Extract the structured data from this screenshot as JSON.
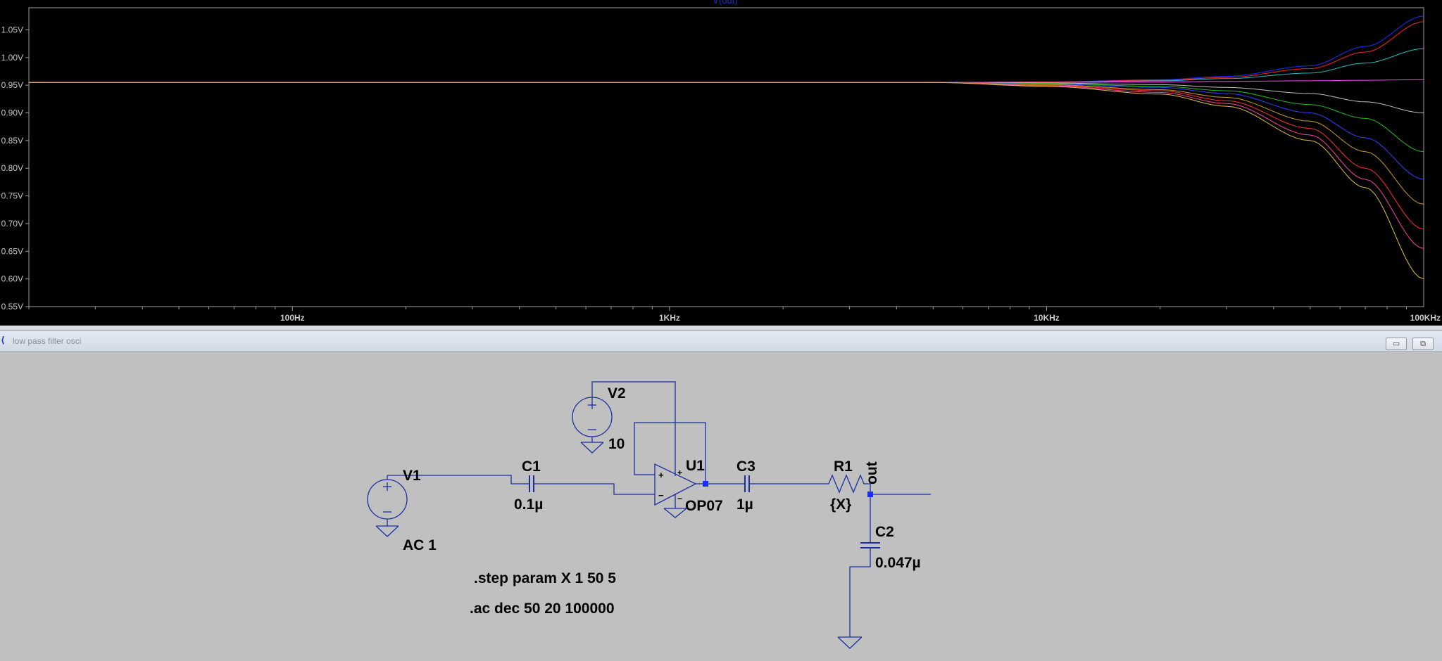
{
  "plot_window": {
    "trace_title": "V(out)",
    "colors": {
      "background": "#000000",
      "frame": "#a0a0a0",
      "axis_text": "#c8c8c8",
      "title": "#1a2fc8"
    }
  },
  "chart_data": {
    "type": "line",
    "title": "V(out)",
    "x_scale": "log",
    "xlim": [
      20,
      100000
    ],
    "ylim": [
      0.55,
      1.09
    ],
    "x_ticks": [
      {
        "value": 100,
        "label": "100Hz"
      },
      {
        "value": 1000,
        "label": "1KHz"
      },
      {
        "value": 10000,
        "label": "10KHz"
      },
      {
        "value": 100000,
        "label": "100KHz"
      }
    ],
    "y_ticks": [
      {
        "value": 1.05,
        "label": "1.05V"
      },
      {
        "value": 1.0,
        "label": "1.00V"
      },
      {
        "value": 0.95,
        "label": "0.95V"
      },
      {
        "value": 0.9,
        "label": "0.90V"
      },
      {
        "value": 0.85,
        "label": "0.85V"
      },
      {
        "value": 0.8,
        "label": "0.80V"
      },
      {
        "value": 0.75,
        "label": "0.75V"
      },
      {
        "value": 0.7,
        "label": "0.70V"
      },
      {
        "value": 0.65,
        "label": "0.65V"
      },
      {
        "value": 0.6,
        "label": "0.60V"
      },
      {
        "value": 0.55,
        "label": "0.55V"
      }
    ],
    "grid": false,
    "x": [
      20,
      1000,
      3000,
      5000,
      10000,
      20000,
      30000,
      50000,
      70000,
      100000
    ],
    "series": [
      {
        "color": "#1a2fff",
        "values": [
          0.955,
          0.955,
          0.955,
          0.955,
          0.956,
          0.96,
          0.966,
          0.985,
          1.02,
          1.075
        ]
      },
      {
        "color": "#ff2020",
        "values": [
          0.955,
          0.955,
          0.955,
          0.955,
          0.956,
          0.959,
          0.964,
          0.98,
          1.01,
          1.065
        ]
      },
      {
        "color": "#20c0c0",
        "values": [
          0.955,
          0.955,
          0.955,
          0.955,
          0.955,
          0.958,
          0.962,
          0.972,
          0.99,
          1.016
        ]
      },
      {
        "color": "#ff40ff",
        "values": [
          0.955,
          0.955,
          0.955,
          0.955,
          0.955,
          0.956,
          0.957,
          0.958,
          0.959,
          0.96
        ]
      },
      {
        "color": "#c0c0c0",
        "values": [
          0.955,
          0.955,
          0.955,
          0.955,
          0.954,
          0.951,
          0.946,
          0.935,
          0.92,
          0.9
        ]
      },
      {
        "color": "#20c020",
        "values": [
          0.955,
          0.955,
          0.955,
          0.955,
          0.953,
          0.948,
          0.94,
          0.915,
          0.89,
          0.83
        ]
      },
      {
        "color": "#3040ff",
        "values": [
          0.955,
          0.955,
          0.955,
          0.955,
          0.952,
          0.946,
          0.935,
          0.9,
          0.855,
          0.78
        ]
      },
      {
        "color": "#c8a020",
        "values": [
          0.955,
          0.955,
          0.955,
          0.955,
          0.951,
          0.942,
          0.928,
          0.885,
          0.83,
          0.735
        ]
      },
      {
        "color": "#ff3030",
        "values": [
          0.955,
          0.955,
          0.955,
          0.955,
          0.95,
          0.94,
          0.922,
          0.872,
          0.8,
          0.69
        ]
      },
      {
        "color": "#ff40a0",
        "values": [
          0.955,
          0.955,
          0.955,
          0.955,
          0.949,
          0.937,
          0.917,
          0.86,
          0.78,
          0.655
        ]
      },
      {
        "color": "#e0c040",
        "values": [
          0.955,
          0.955,
          0.955,
          0.955,
          0.948,
          0.934,
          0.912,
          0.85,
          0.765,
          0.6
        ]
      }
    ]
  },
  "schematic_window": {
    "title": "low pass filter osci",
    "buttons": {
      "minimize": "▭",
      "restore": "⧉"
    },
    "colors": {
      "background": "#c0c0c0",
      "wire": "#1a2fa0",
      "text": "#000000"
    }
  },
  "schematic": {
    "V1": {
      "name": "V1",
      "value": "AC 1"
    },
    "V2": {
      "name": "V2",
      "value": "10"
    },
    "C1": {
      "name": "C1",
      "value": "0.1µ"
    },
    "U1": {
      "name": "U1",
      "value": "OP07"
    },
    "C3": {
      "name": "C3",
      "value": "1µ"
    },
    "R1": {
      "name": "R1",
      "value": "{X}"
    },
    "C2": {
      "name": "C2",
      "value": "0.047µ"
    },
    "net_out": "out",
    "op_plus": "+",
    "op_minus": "−",
    "directive_step": ".step param X 1 50 5",
    "directive_ac": ".ac dec 50 20 100000"
  }
}
